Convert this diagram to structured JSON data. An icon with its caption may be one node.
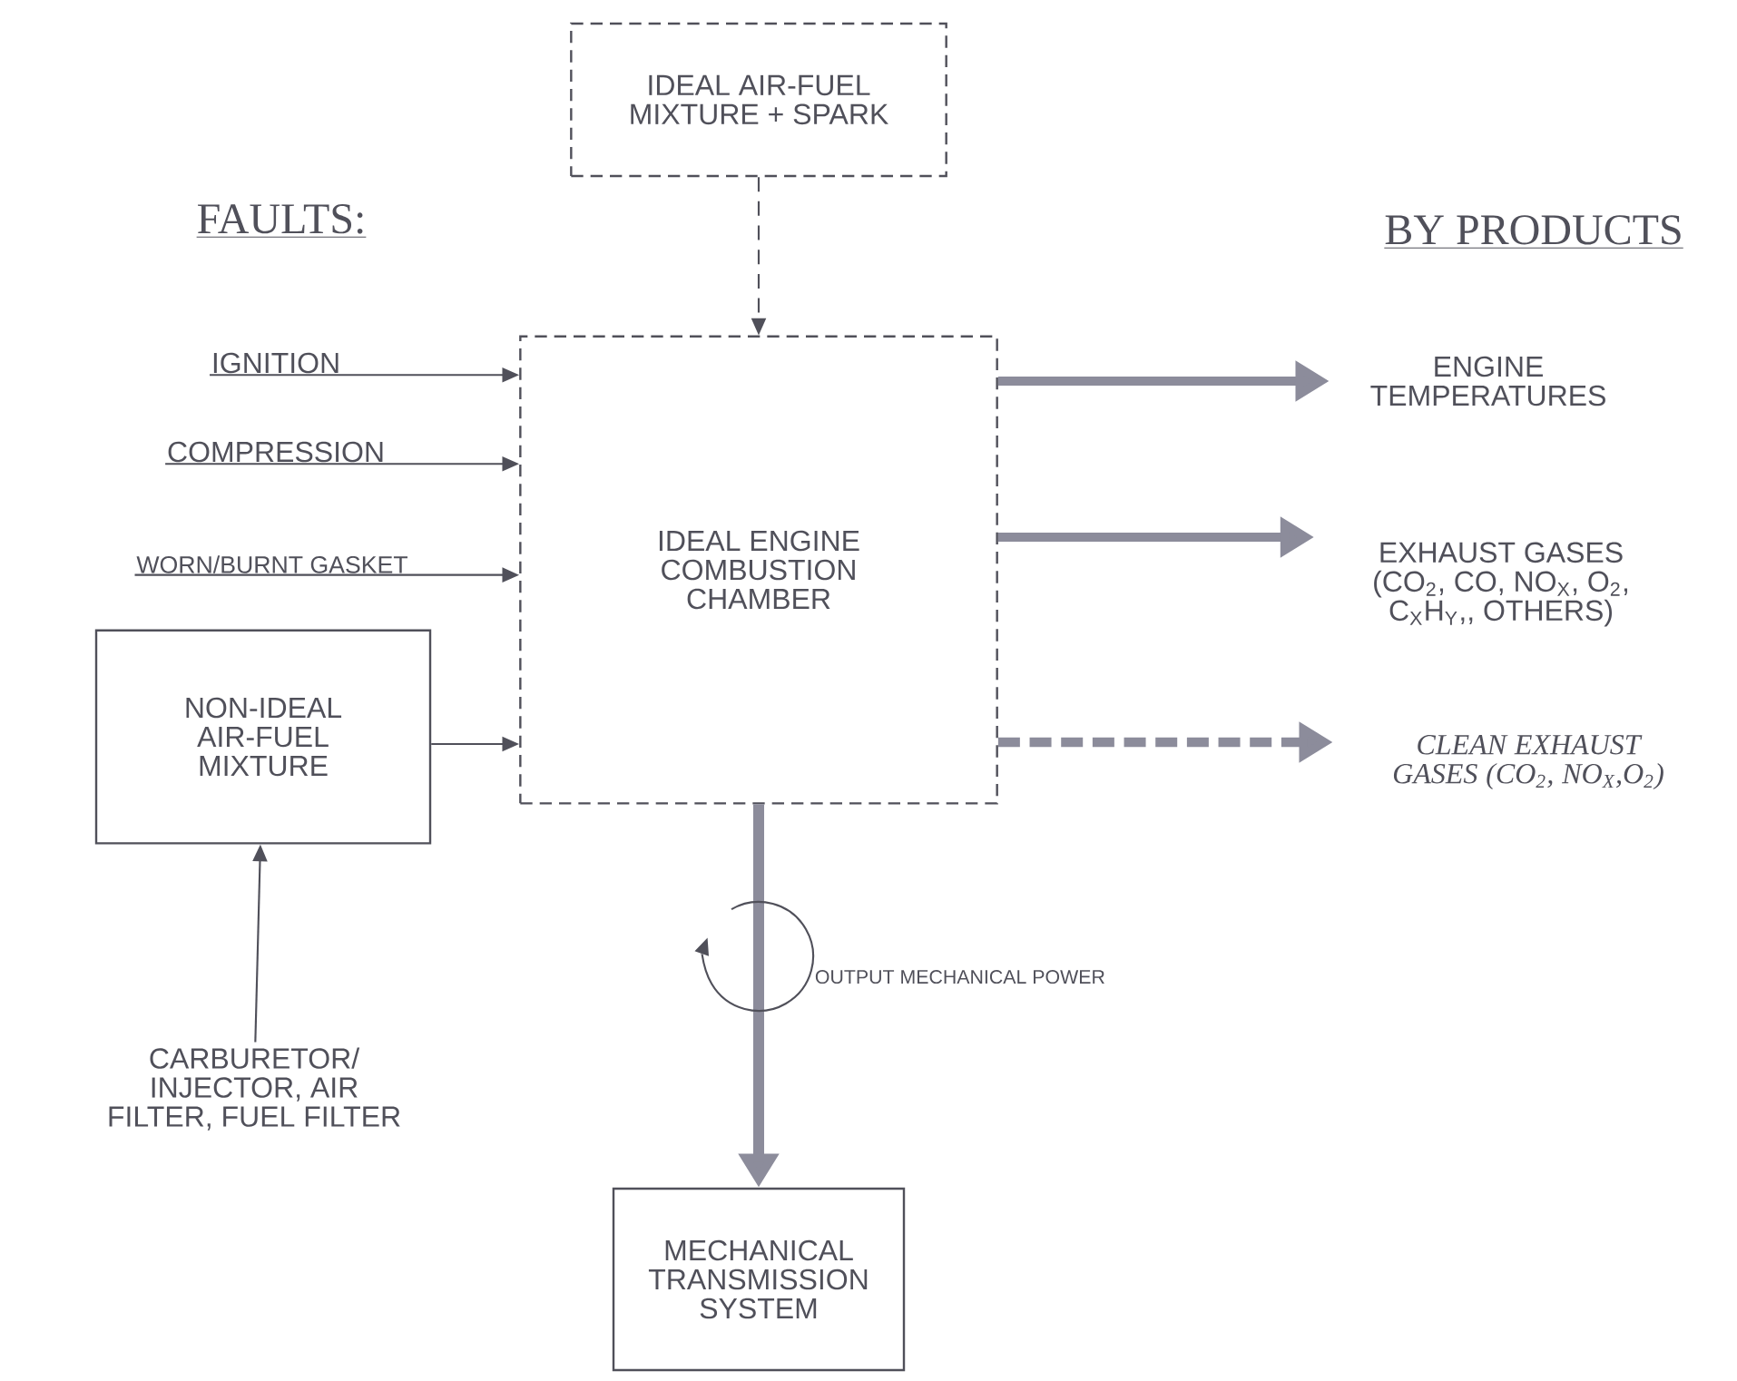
{
  "diagram": {
    "nodes": [
      {
        "text": [
          "IDEAL AIR-FUEL MIXTURE + SPARK"
        ]
      },
      {
        "text": [
          "IGNITION"
        ]
      },
      {
        "text": [
          "COMPRESSION"
        ]
      },
      {
        "text": [
          "WORN/BURNT GASKET"
        ]
      },
      {
        "text": [
          "NON-IDEAL AIR-FUEL MIXTURE"
        ]
      },
      {
        "text": [
          "IDEAL ENGINE COMBUSTION CHAMBER"
        ]
      },
      {
        "text": [
          "ENGINE TEMPERATURES"
        ]
      },
      {
        "text": [
          "EXHAUST GASES (CO$_{2}$, CO, NO$_{X}$, O$_{2}$, C$_{X}$H$_{Y}$,, OTHERS)"
        ]
      },
      {
        "text": [
          "CLEAN EXHAUST GASES (CO$_{2}$, NO$_{X}$,O$_{2}$)"
        ]
      },
      {
        "text": [
          "CARBURETOR/ INJECTOR, AIR FILTER, FUEL FILTER"
        ]
      },
      {
        "text": [
          "MECHANICAL TRANSMISSION SYSTEM"
        ]
      }
    ],
    "edges": [
      {
        "from": 0,
        "to": 5,
        "arrow": "to",
        "style": "dashed"
      },
      {
        "from": 1,
        "to": 5,
        "arrow": "to"
      },
      {
        "from": 2,
        "to": 5,
        "arrow": "to"
      },
      {
        "from": 3,
        "to": 5,
        "arrow": "to"
      },
      {
        "from": 4,
        "to": 5,
        "arrow": "to"
      },
      {
        "from": 5,
        "to": 6,
        "arrow": "to",
        "style": "thick"
      },
      {
        "from": 5,
        "to": 7,
        "arrow": "to",
        "style": "thick"
      },
      {
        "from": 5,
        "to": 8,
        "arrow": "to",
        "style": "dashed"
      },
      {
        "from": 9,
        "to": 4,
        "arrow": "to"
      },
      {
        "from": 5,
        "to": 10,
        "arrow": "to",
        "label": "OUTPUT MECHANICAL POWER",
        "style": "thick"
      }
    ],
    "labels": [
      "FAULTS:",
      "BY PRODUCTS"
    ]
  }
}
